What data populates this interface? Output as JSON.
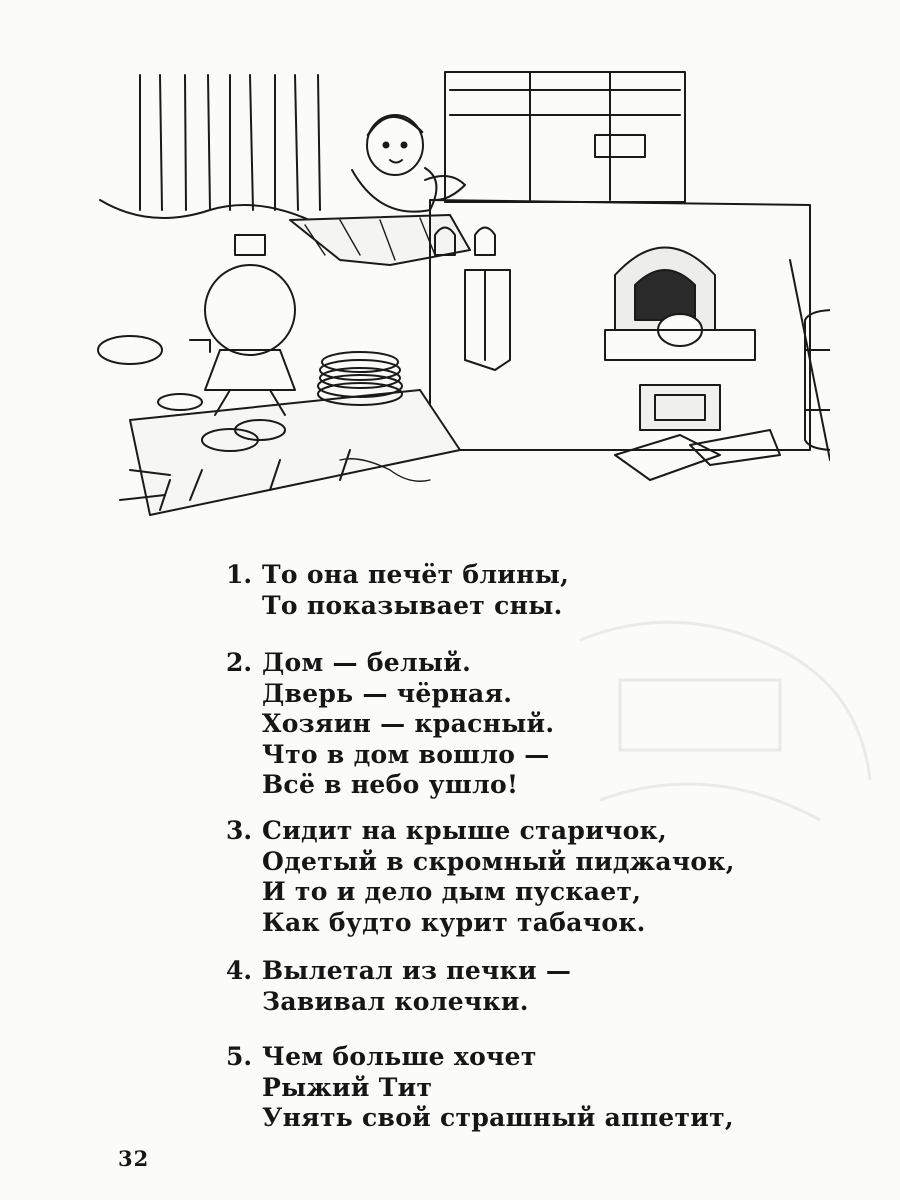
{
  "riddles": [
    {
      "number": "1.",
      "lines": [
        "То она печёт блины,",
        "То показывает сны."
      ]
    },
    {
      "number": "2.",
      "lines": [
        "Дом — белый.",
        "Дверь — чёрная.",
        "Хозяин — красный.",
        "Что в дом вошло —",
        "Всё в небо ушло!"
      ]
    },
    {
      "number": "3.",
      "lines": [
        "Сидит на крыше старичок,",
        "Одетый в скромный пиджачок,",
        "И то и дело дым пускает,",
        "Как будто курит табачок."
      ]
    },
    {
      "number": "4.",
      "lines": [
        "Вылетал из печки —",
        "Завивал колечки."
      ]
    },
    {
      "number": "5.",
      "lines": [
        "Чем больше хочет",
        "Рыжий Тит",
        "Унять свой страшный аппетит,"
      ]
    }
  ],
  "page_number": "32"
}
